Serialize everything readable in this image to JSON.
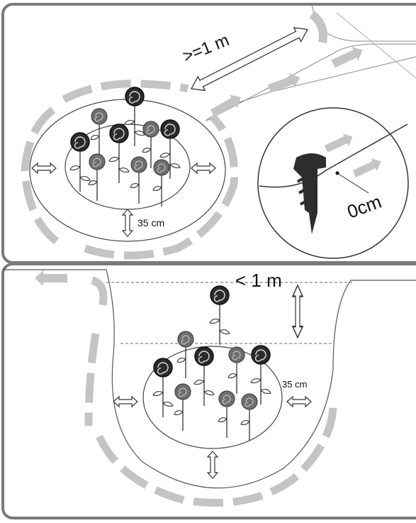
{
  "panel_top": {
    "label_distance": ">=1 m",
    "label_gap": "35 cm",
    "label_peg": "0cm"
  },
  "panel_bottom": {
    "label_distance": "< 1 m",
    "label_gap": "35 cm"
  },
  "colors": {
    "frame": "#7a7a7a",
    "flow_arrow": "#c4c4c4",
    "line": "#333333",
    "rose_dark": "#2b2b2b",
    "rose_mid": "#6e6e6e"
  },
  "icons": [
    "rose-icon",
    "double-arrow-icon",
    "flow-arrow-icon",
    "peg-icon"
  ]
}
